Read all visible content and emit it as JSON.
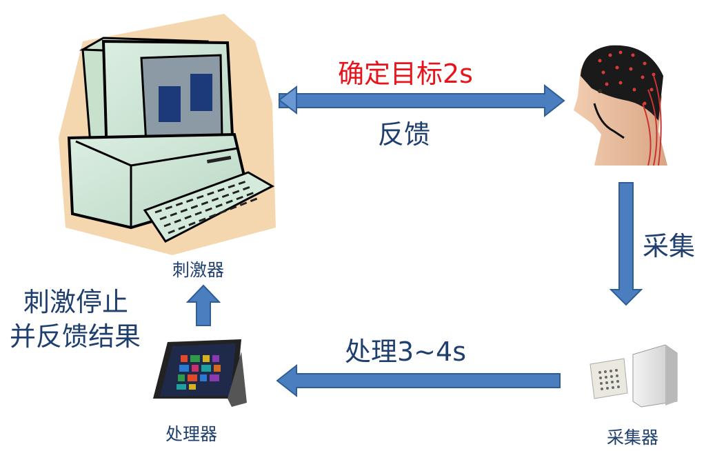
{
  "labels": {
    "stimulus_label": "确定目标2s",
    "feedback_label": "反馈",
    "acquisition_label": "采集",
    "processing_label": "处理3~4s",
    "stop_label_line1": "刺激停止",
    "stop_label_line2": "并反馈结果"
  },
  "devices": {
    "stimulator": "刺激器",
    "processor": "处理器",
    "acquirer": "采集器"
  },
  "colors": {
    "arrow_fill": "#4a7ebf",
    "arrow_stroke": "#2f5d95",
    "text_blue": "#1f3f6e",
    "text_red": "#e8141c"
  }
}
